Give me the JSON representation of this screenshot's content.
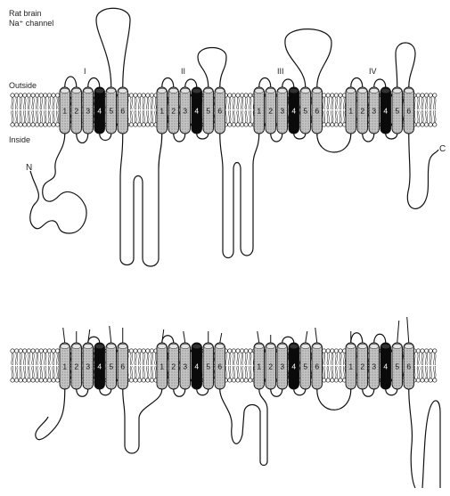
{
  "labels": {
    "title_line1": "Rat brain",
    "title_line2": "Na⁺ channel",
    "outside": "Outside",
    "inside": "Inside",
    "n_terminus": "N",
    "c_terminus": "C"
  },
  "domains": [
    "I",
    "II",
    "III",
    "IV"
  ],
  "segments": [
    "1",
    "2",
    "3",
    "4",
    "5",
    "6"
  ],
  "colors": {
    "segment_fill": "#bdbdbd",
    "s4_fill": "#0a0a0a",
    "line": "#111111",
    "background": "#ffffff"
  }
}
